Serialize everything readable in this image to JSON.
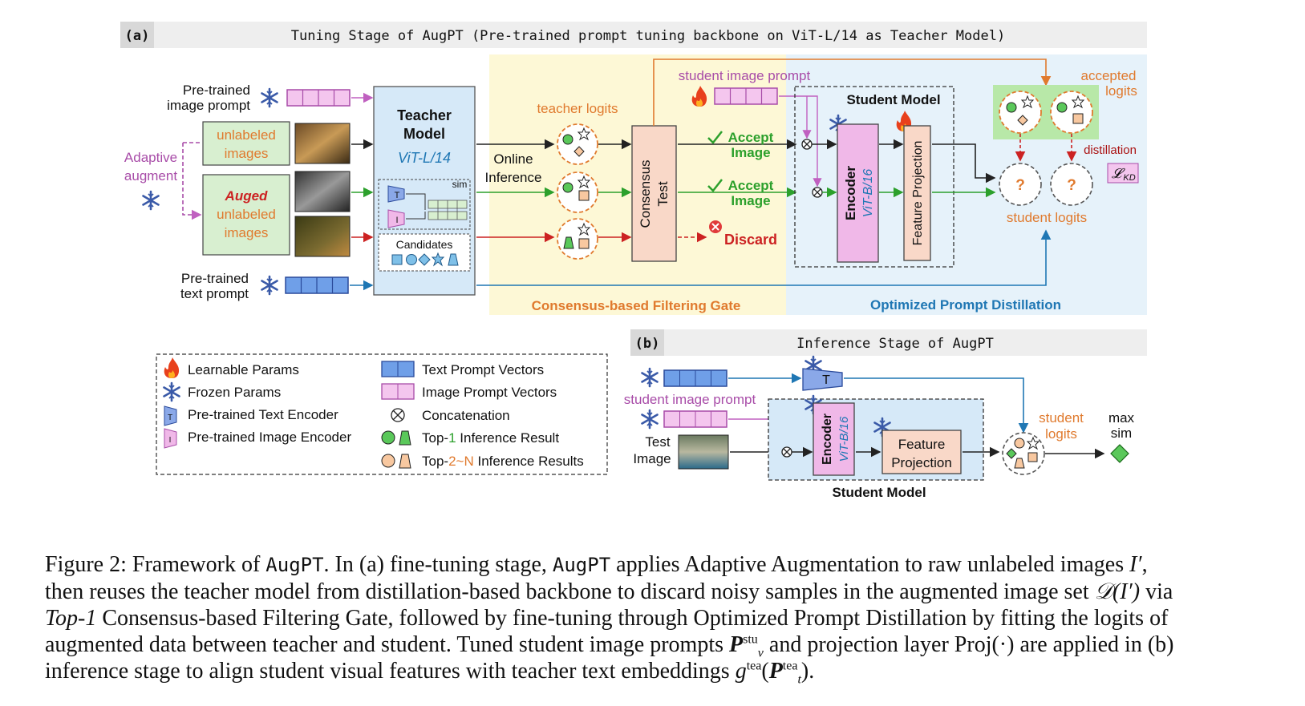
{
  "panel_a": {
    "tag": "(a)",
    "title": "Tuning Stage of AugPT (Pre-trained prompt tuning backbone on ViT-L/14 as Teacher Model)",
    "pretrained_image_prompt": [
      "Pre-trained",
      "image prompt"
    ],
    "pretrained_text_prompt": [
      "Pre-trained",
      "text prompt"
    ],
    "adaptive_augment": [
      "Adaptive",
      "augment"
    ],
    "unlabeled_images": [
      "unlabeled",
      "images"
    ],
    "auged": "Auged",
    "auged_rest": [
      "unlabeled",
      "images"
    ],
    "teacher_model": [
      "Teacher",
      "Model"
    ],
    "teacher_backbone": "ViT-L/14",
    "sim": "sim",
    "candidates": "Candidates",
    "encoder_t": "T",
    "encoder_i": "I",
    "online_inference": [
      "Online",
      "Inference"
    ],
    "teacher_logits": "teacher logits",
    "consensus_test": [
      "Consensus",
      "Test"
    ],
    "accept": [
      "Accept",
      "Image"
    ],
    "discard": "Discard",
    "student_image_prompt": "student image prompt",
    "student_model": "Student Model",
    "encoder": "Encoder",
    "student_backbone": "ViT-B/16",
    "feature_projection": "Feature Projection",
    "accepted_logits": [
      "accepted",
      "logits"
    ],
    "distillation": "distillation",
    "lkd": "𝓛",
    "lkd_sub": "KD",
    "question": "?",
    "student_logits": "student logits",
    "gate_label": "Consensus-based Filtering Gate",
    "distill_label": "Optimized Prompt Distillation"
  },
  "legend": {
    "learnable": "Learnable Params",
    "frozen": "Frozen Params",
    "text_encoder": "Pre-trained Text Encoder",
    "image_encoder": "Pre-trained Image Encoder",
    "text_vectors": "Text Prompt Vectors",
    "image_vectors": "Image Prompt Vectors",
    "concat": "Concatenation",
    "top1_prefix": "Top-",
    "top1_num": "1",
    "top1_suffix": " Inference Result",
    "top2_prefix": "Top-",
    "top2_num": "2~N",
    "top2_suffix": " Inference Results"
  },
  "panel_b": {
    "tag": "(b)",
    "title": "Inference Stage of AugPT",
    "student_image_prompt": "student image prompt",
    "test_image": [
      "Test",
      "Image"
    ],
    "encoder_t": "T",
    "encoder": "Encoder",
    "student_backbone": "ViT-B/16",
    "feature_projection": [
      "Feature",
      "Projection"
    ],
    "student_model": "Student Model",
    "student_logits": [
      "student",
      "logits"
    ],
    "max_sim": [
      "max",
      "sim"
    ]
  },
  "caption": {
    "l1_a": "Figure 2: Framework of ",
    "l1_b": "AugPT",
    "l1_c": ". In (a) fine-tuning stage, ",
    "l1_d": "AugPT",
    "l1_e": " applies Adaptive Augmentation to raw unlabeled images ",
    "l1_f": "I′",
    "l1_g": ",",
    "l2_a": "then reuses the teacher model from distillation-based backbone to discard noisy samples in the augmented image set ",
    "l2_b": "𝒟(I′)",
    "l2_c": " via",
    "l3_a": "Top-1",
    "l3_b": " Consensus-based Filtering Gate, followed by fine-tuning through Optimized Prompt Distillation by fitting the logits of",
    "l4_a": "augmented data between teacher and student. Tuned student image prompts ",
    "l4_p": "P",
    "l4_sup": "stu",
    "l4_sub": "v",
    "l4_b": " and projection layer Proj(·) are applied in (b)",
    "l5_a": "inference stage to align student visual features with teacher text embeddings ",
    "l5_g": "g",
    "l5_gsup": "tea",
    "l5_p": "P",
    "l5_sup": "tea",
    "l5_sub": "t",
    "l5_b": ")."
  },
  "colors": {
    "orange": "#e07a2e",
    "purple": "#a84ca8",
    "green": "#2ca02c",
    "blue": "#1f77b4",
    "red": "#cc2222",
    "navy": "#222a55"
  }
}
